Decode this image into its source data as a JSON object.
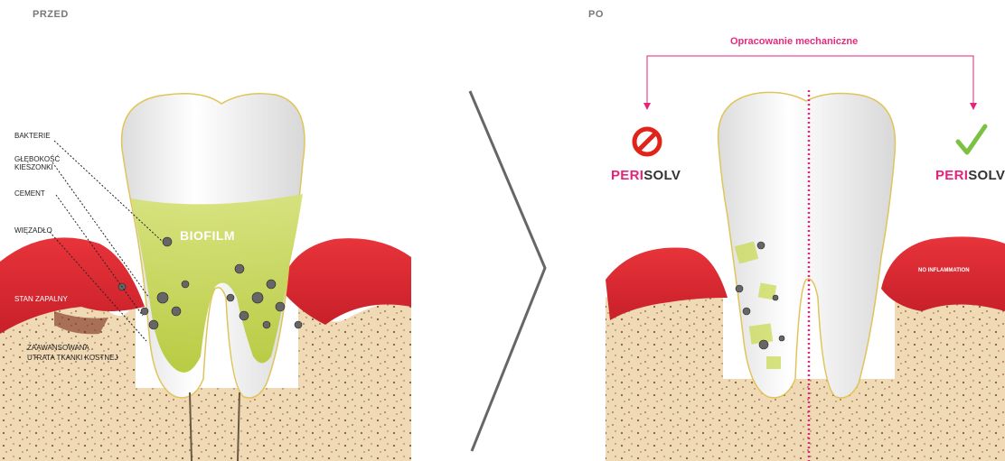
{
  "headers": {
    "before": "PRZED",
    "after": "PO"
  },
  "left_panel": {
    "labels": {
      "bacteria": "BAKTERIE",
      "pocket_depth_line1": "GŁĘBOKOŚĆ",
      "pocket_depth_line2": "KIESZONKI",
      "cement": "CEMENT",
      "ligament": "WIĘZADŁO",
      "inflammation": "STAN ZAPALNY",
      "bone_loss_line1": "ZAAWANSOWANA",
      "bone_loss_line2": "UTRATA TKANKI KOSTNEJ"
    },
    "biofilm": "BIOFILM"
  },
  "right_panel": {
    "mechanical": "Opracowanie mechaniczne",
    "brand_left": {
      "prefix": "PERI",
      "suffix": "SOLV",
      "icon": "prohibited-icon"
    },
    "brand_right": {
      "prefix": "PERI",
      "suffix": "SOLV",
      "icon": "checkmark-icon"
    },
    "no_inflammation": "NO INFLAMMATION"
  },
  "colors": {
    "accent_pink": "#e5237a",
    "check_green": "#7bc142",
    "prohibit_red": "#e2231a",
    "gum_red": "#e8333a",
    "biofilm_green": "#c8d94a",
    "bone": "#f0d9b5"
  }
}
